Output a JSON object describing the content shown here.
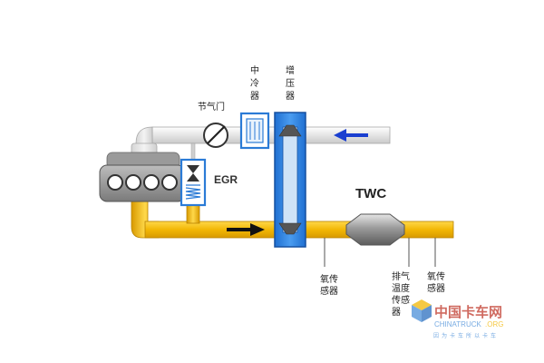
{
  "labels": {
    "throttle": "节气门",
    "intercooler": [
      "中",
      "冷",
      "器"
    ],
    "turbocharger": [
      "增",
      "压",
      "器"
    ],
    "egr": "EGR",
    "twc": "TWC",
    "oxygen_sensor_1": [
      "氧传",
      "感器"
    ],
    "exhaust_temp_sensor": [
      "排气",
      "温度",
      "传感",
      "器"
    ],
    "oxygen_sensor_2": [
      "氧传",
      "感器"
    ]
  },
  "watermark": {
    "brand_cn": "中国卡车网",
    "brand_en": "CHINATRUCK",
    "domain_suffix": ".ORG",
    "tagline": "因为卡车所以卡车"
  },
  "colors": {
    "exhaust_pipe": "#f2b705",
    "intake_pipe": "#e8e8e8",
    "turbo_blue": "#2b7bd6",
    "flow_arrow_in": "#1a3fd0",
    "flow_arrow_out": "#111111",
    "watermark_red": "#c0392b",
    "watermark_blue": "#4a8fd9"
  }
}
